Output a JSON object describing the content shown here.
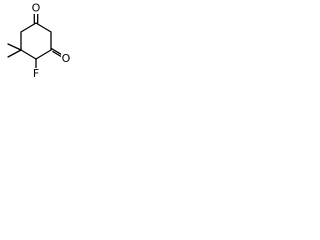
{
  "molecule": {
    "atoms": {
      "o_top": "O",
      "o_right": "O",
      "f": "F"
    }
  },
  "colors": {
    "bond": "#000000",
    "background": "#ffffff"
  }
}
